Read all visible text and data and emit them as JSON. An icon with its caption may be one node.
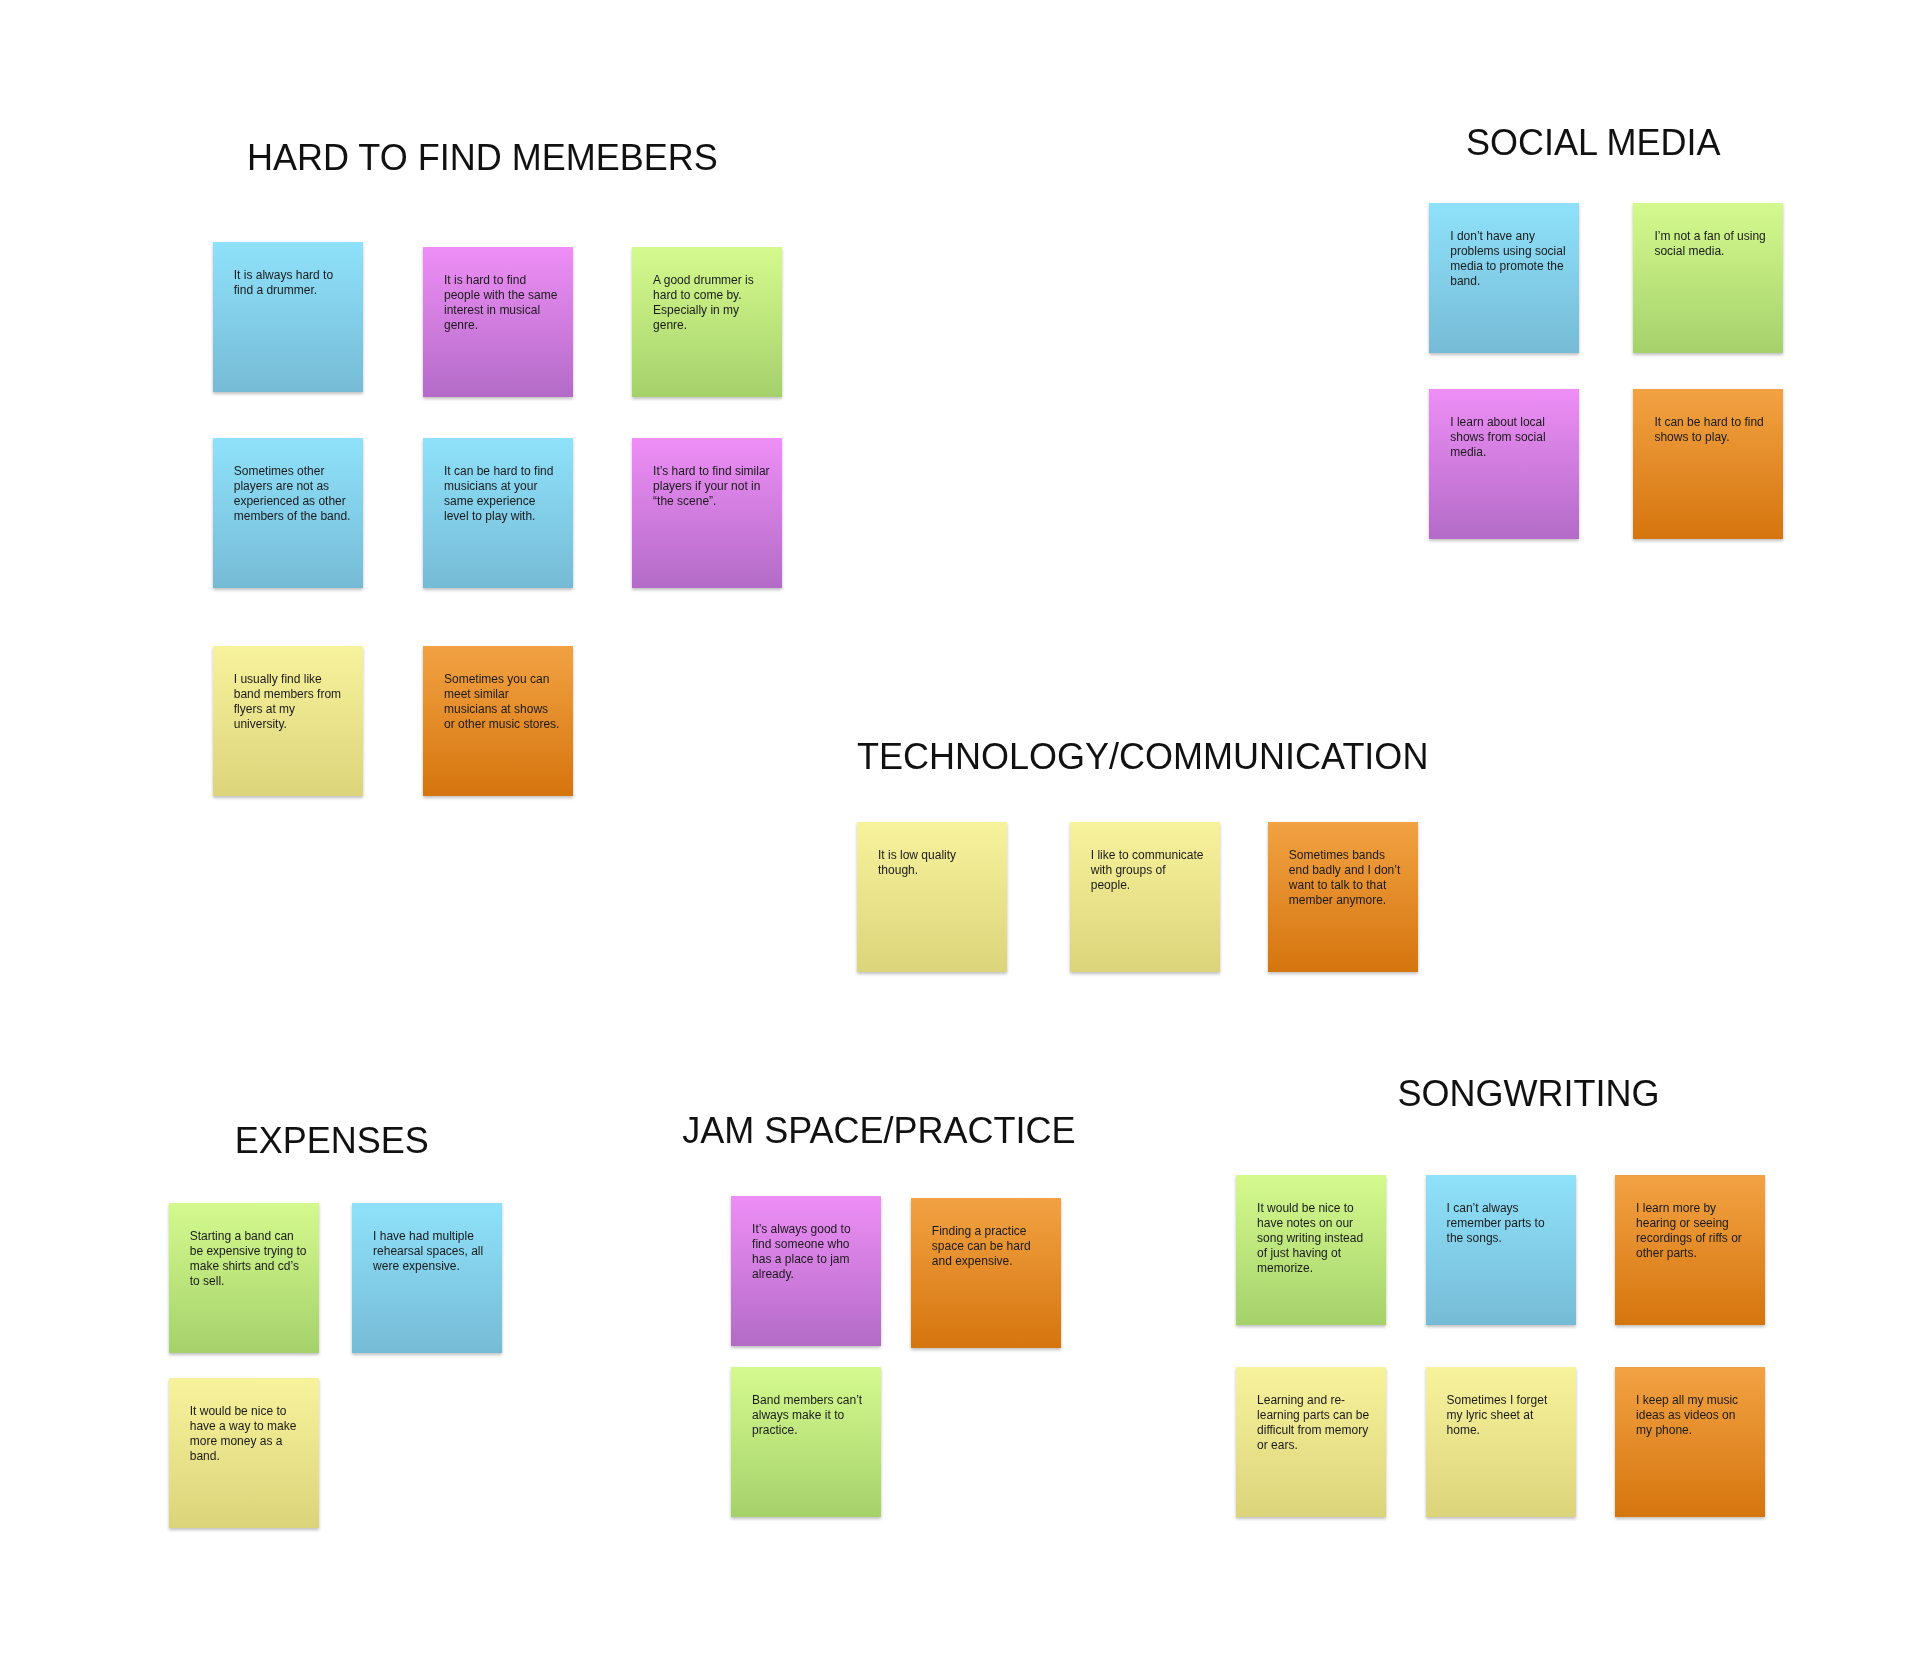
{
  "diagram": {
    "nodes": [
      {
        "text": [
          "It is always hard to find a drummer."
        ]
      },
      {
        "text": [
          "It is hard to find people with the same interest in musical genre."
        ]
      },
      {
        "text": [
          "A good drummer is hard to come by. Especially in my genre."
        ]
      },
      {
        "text": [
          "Sometimes other players are not as experienced as other members of the band."
        ]
      },
      {
        "text": [
          "It can be hard to find musicians at your same experience level to play with."
        ]
      },
      {
        "text": [
          "It’s hard to find similar players if your not in “the scene”."
        ]
      },
      {
        "text": [
          "I usually find like band members from flyers at my university."
        ]
      },
      {
        "text": [
          "Sometimes you can meet similar musicians at shows or other music stores."
        ]
      },
      {
        "text": [
          "I don’t have any problems using social media to promote the band."
        ]
      },
      {
        "text": [
          "I’m not a fan of using social media."
        ]
      },
      {
        "text": [
          "I learn about local shows from social media."
        ]
      },
      {
        "text": [
          "It can be hard to find shows to play."
        ]
      },
      {
        "text": [
          "It is low quality though."
        ]
      },
      {
        "text": [
          "I like to communicate with groups of people."
        ]
      },
      {
        "text": [
          "Sometimes bands end badly and I don’t want to talk to that member anymore."
        ]
      },
      {
        "text": [
          "Starting a band can be expensive trying to make shirts and cd’s to sell."
        ]
      },
      {
        "text": [
          "I have had multiple rehearsal spaces, all were expensive."
        ]
      },
      {
        "text": [
          "It would be nice to have a way to make more money as a band."
        ]
      },
      {
        "text": [
          "It’s always good to find someone who has a place to jam already."
        ]
      },
      {
        "text": [
          "Finding a practice space can be hard and expensive."
        ]
      },
      {
        "text": [
          "Band members can’t always make it to practice."
        ]
      },
      {
        "text": [
          "It would be nice to have notes on our song writing instead of just having ot memorize."
        ]
      },
      {
        "text": [
          "I can’t always remember parts to the songs."
        ]
      },
      {
        "text": [
          "I learn more by hearing or seeing recordings of riffs or other parts."
        ]
      },
      {
        "text": [
          "Learning and re-learning parts can be difficult from memory or ears."
        ]
      },
      {
        "text": [
          "Sometimes I forget my lyric sheet at home."
        ]
      },
      {
        "text": [
          "I keep all my music ideas as videos on my phone."
        ]
      }
    ],
    "labels": [
      "HARD TO FIND MEMEBERS",
      "SOCIAL MEDIA",
      "TECHNOLOGY/COMMUNICATION",
      "EXPENSES",
      "JAM SPACE/PRACTICE",
      "SONGWRITING"
    ]
  }
}
